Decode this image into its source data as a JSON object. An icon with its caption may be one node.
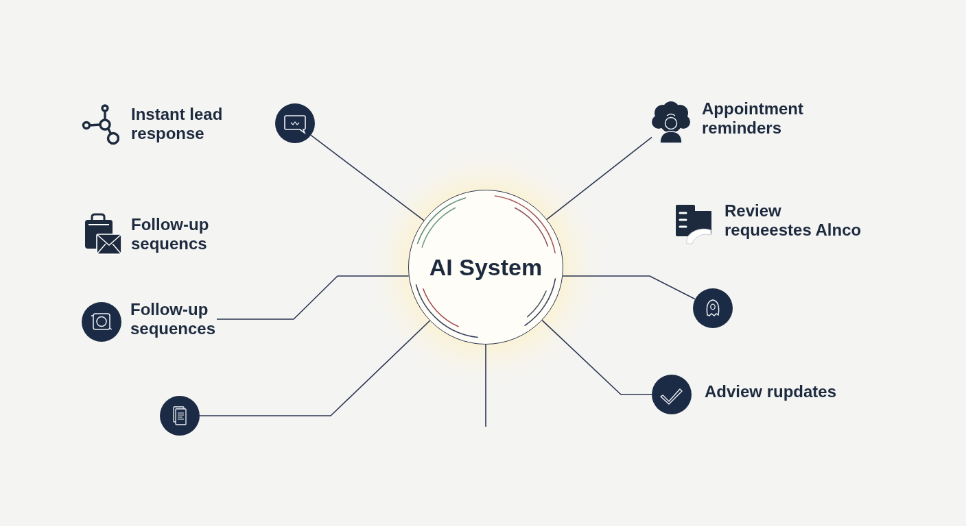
{
  "diagram": {
    "nodes": [
      {
        "text": [
          "AI System"
        ]
      },
      {
        "text": [],
        "shape": "circle"
      },
      {
        "text": [],
        "shape": "person",
        "beside": [
          "Appointment reminders"
        ]
      },
      {
        "text": [
          "Follow-up sequences"
        ]
      },
      {
        "text": [],
        "shape": "circle"
      },
      {
        "text": [],
        "shape": "circle"
      },
      {
        "text": [],
        "shape": "circle",
        "beside": [
          "Adview rupdates"
        ]
      }
    ],
    "edges": [
      {
        "from": 0,
        "to": 1,
        "arrow": "none"
      },
      {
        "from": 0,
        "to": 2,
        "arrow": "none"
      },
      {
        "from": 0,
        "to": 3,
        "arrow": "none"
      },
      {
        "from": 0,
        "to": 4,
        "arrow": "none"
      },
      {
        "from": 0,
        "to": null,
        "arrow": "none"
      },
      {
        "from": 0,
        "to": 5,
        "arrow": "none"
      },
      {
        "from": 0,
        "to": 6,
        "arrow": "none"
      }
    ],
    "labels": [
      "Instant lead response",
      "Follow-up sequencs",
      "Review requeestes Alnco"
    ]
  }
}
